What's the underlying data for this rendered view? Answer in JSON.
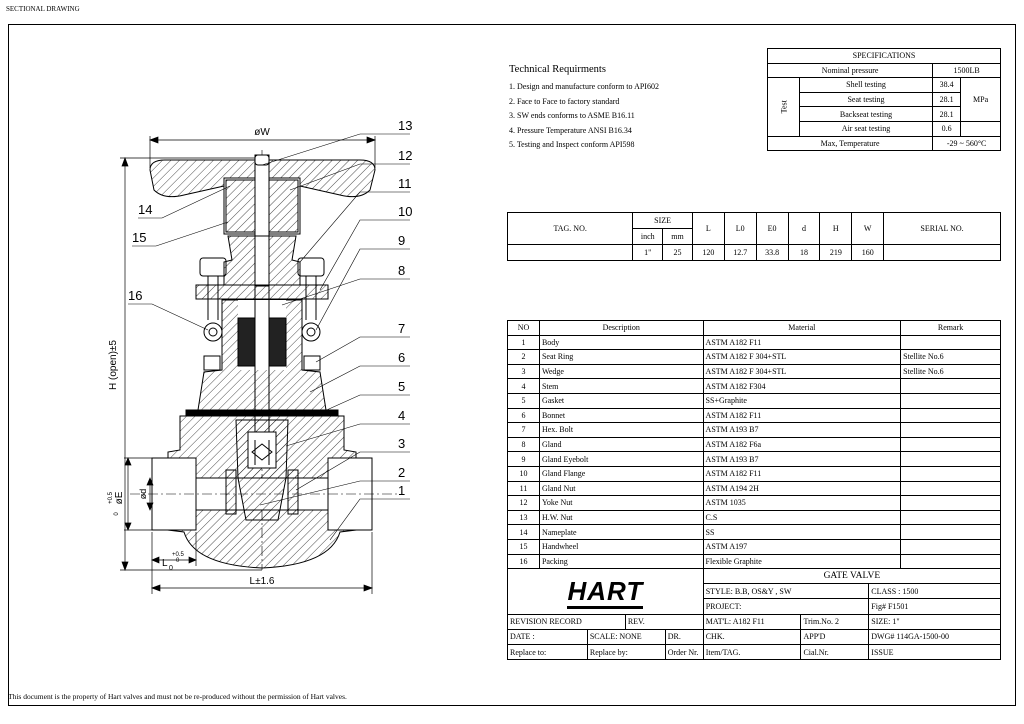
{
  "header": {
    "label": "SECTIONAL DRAWING"
  },
  "footer": {
    "notice": "This document is the property of Hart valves and must not be re-produced without the permission of Hart valves."
  },
  "technical": {
    "title": "Technical Requirments",
    "items": [
      "1. Design and manufacture conform to API602",
      "2. Face  to  Face to factory standard",
      "3. SW ends conforms to ASME B16.11",
      "4. Pressure Temperature ANSI B16.34",
      "5. Testing and Inspect conform API598"
    ]
  },
  "specs": {
    "title": "SPECIFICATIONS",
    "nominal_label": "Nominal pressure",
    "nominal_value": "1500LB",
    "test_label": "Test",
    "unit": "MPa",
    "tests": [
      {
        "name": "Shell testing",
        "value": "38.4"
      },
      {
        "name": "Seat testing",
        "value": "28.1"
      },
      {
        "name": "Backseat testing",
        "value": "28.1"
      },
      {
        "name": "Air seat testing",
        "value": "0.6"
      }
    ],
    "temp_label": "Max, Temperature",
    "temp_value": "-29 ~ 560°C"
  },
  "tag_table": {
    "tag_header": "TAG. NO.",
    "size_header": "SIZE",
    "inch_header": "inch",
    "mm_header": "mm",
    "headers": [
      "L",
      "L0",
      "E0",
      "d",
      "H",
      "W"
    ],
    "serial_header": "SERIAL NO.",
    "row": {
      "inch": "1\"",
      "mm": "25",
      "values": [
        "120",
        "12.7",
        "33.8",
        "18",
        "219",
        "160"
      ]
    }
  },
  "parts": {
    "headers": {
      "no": "NO",
      "desc": "Description",
      "mat": "Material",
      "remark": "Remark"
    },
    "rows": [
      {
        "no": "1",
        "desc": "Body",
        "mat": "ASTM A182 F11",
        "remark": ""
      },
      {
        "no": "2",
        "desc": "Seat Ring",
        "mat": "ASTM A182 F 304+STL",
        "remark": "Stellite No.6"
      },
      {
        "no": "3",
        "desc": "Wedge",
        "mat": "ASTM A182 F 304+STL",
        "remark": "Stellite No.6"
      },
      {
        "no": "4",
        "desc": "Stem",
        "mat": "ASTM A182 F304",
        "remark": ""
      },
      {
        "no": "5",
        "desc": "Gasket",
        "mat": "SS+Graphite",
        "remark": ""
      },
      {
        "no": "6",
        "desc": "Bonnet",
        "mat": "ASTM A182 F11",
        "remark": ""
      },
      {
        "no": "7",
        "desc": "Hex. Bolt",
        "mat": "ASTM A193 B7",
        "remark": ""
      },
      {
        "no": "8",
        "desc": "Gland",
        "mat": "ASTM A182 F6a",
        "remark": ""
      },
      {
        "no": "9",
        "desc": "Gland Eyebolt",
        "mat": "ASTM A193 B7",
        "remark": ""
      },
      {
        "no": "10",
        "desc": "Gland Flange",
        "mat": "ASTM A182 F11",
        "remark": ""
      },
      {
        "no": "11",
        "desc": "Gland Nut",
        "mat": "ASTM A194 2H",
        "remark": ""
      },
      {
        "no": "12",
        "desc": "Yoke Nut",
        "mat": "ASTM 1035",
        "remark": ""
      },
      {
        "no": "13",
        "desc": "H.W. Nut",
        "mat": "C.S",
        "remark": ""
      },
      {
        "no": "14",
        "desc": "Nameplate",
        "mat": "SS",
        "remark": ""
      },
      {
        "no": "15",
        "desc": "Handwheel",
        "mat": "ASTM A197",
        "remark": ""
      },
      {
        "no": "16",
        "desc": "Packing",
        "mat": "Flexible Graphite",
        "remark": ""
      }
    ]
  },
  "title_block": {
    "product": "GATE VALVE",
    "logo": "HART",
    "style": "STYLE: B.B, OS&Y , SW",
    "class": "CLASS : 1500",
    "project": "PROJECT:",
    "fig": "Fig# F1501",
    "revision_record": "REVISION RECORD",
    "rev": "REV.",
    "matl": "MAT'L: A182 F11",
    "trim": "Trim.No. 2",
    "size": "SIZE: 1\"",
    "date": "DATE   :",
    "scale": "SCALE: NONE",
    "dr": "DR.",
    "chk": "CHK.",
    "appd": "APP'D",
    "dwg": "DWG#  114GA-1500-00",
    "replace_to": "Replace to:",
    "replace_by": "Replace by:",
    "order": "Order Nr.",
    "item": "Item/TAG.",
    "cial": "Cial.Nr.",
    "issue": "ISSUE"
  },
  "drawing": {
    "dims": {
      "w": "øW",
      "h": "H (open)±5",
      "l": "L±1.6",
      "e": "øE",
      "e_tol": "+0.5",
      "e_tol2": "0",
      "d": "ød",
      "l0": "L",
      "l0_sub": "0",
      "l0_tol": "+0.5",
      "l0_tol2": "0"
    },
    "callouts_right": [
      "13",
      "12",
      "11",
      "10",
      "9",
      "8",
      "7",
      "6",
      "5",
      "4",
      "3",
      "2",
      "1"
    ],
    "callouts_left": [
      "14",
      "15",
      "16"
    ]
  }
}
